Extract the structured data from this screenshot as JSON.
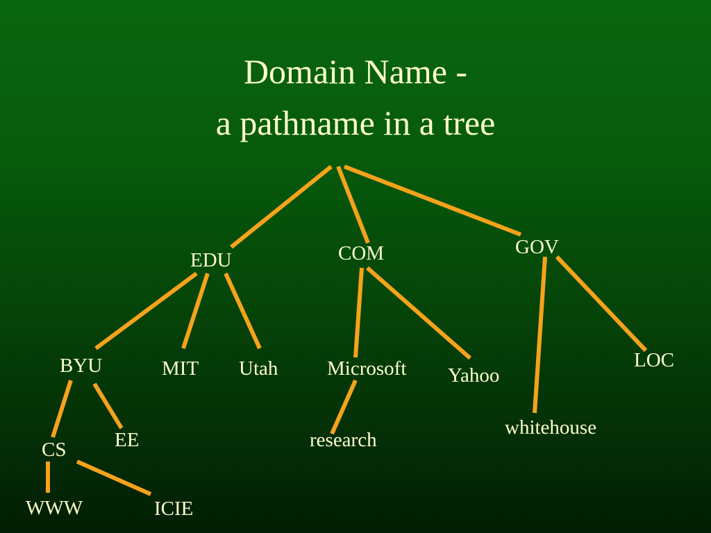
{
  "slide": {
    "title_line1": "Domain Name -",
    "title_line2": "a pathname in a tree"
  },
  "colors": {
    "background_top": "#0a6610",
    "background_bottom": "#021e04",
    "text": "#ffffcc",
    "edges": "#f7a21b"
  },
  "tree": {
    "nodes": {
      "edu": "EDU",
      "com": "COM",
      "gov": "GOV",
      "byu": "BYU",
      "mit": "MIT",
      "utah": "Utah",
      "microsoft": "Microsoft",
      "yahoo": "Yahoo",
      "loc": "LOC",
      "whitehouse": "whitehouse",
      "research": "research",
      "cs": "CS",
      "ee": "EE",
      "www": "WWW",
      "icie": "ICIE"
    },
    "edges": [
      [
        "root",
        "edu"
      ],
      [
        "root",
        "com"
      ],
      [
        "root",
        "gov"
      ],
      [
        "edu",
        "byu"
      ],
      [
        "edu",
        "mit"
      ],
      [
        "edu",
        "utah"
      ],
      [
        "com",
        "microsoft"
      ],
      [
        "com",
        "yahoo"
      ],
      [
        "gov",
        "whitehouse"
      ],
      [
        "gov",
        "loc"
      ],
      [
        "microsoft",
        "research"
      ],
      [
        "byu",
        "cs"
      ],
      [
        "byu",
        "ee"
      ],
      [
        "cs",
        "www"
      ],
      [
        "cs",
        "icie"
      ]
    ]
  }
}
